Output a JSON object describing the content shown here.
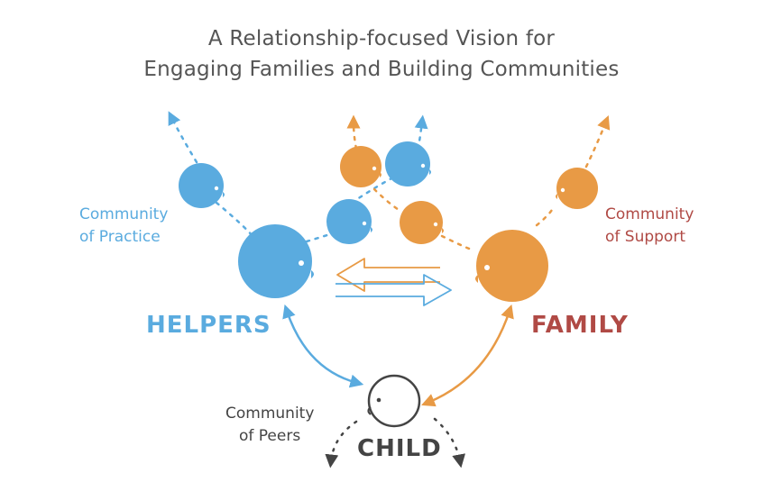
{
  "title": {
    "line1": "A Relationship-focused Vision for",
    "line2": "Engaging Families and Building Communities"
  },
  "labels": {
    "community_practice_1": "Community",
    "community_practice_2": "of Practice",
    "community_support_1": "Community",
    "community_support_2": "of Support",
    "community_peers_1": "Community",
    "community_peers_2": "of Peers",
    "helpers": "HELPERS",
    "family": "FAMILY",
    "child": "CHILD"
  },
  "colors": {
    "blue": "#5aabdf",
    "orange": "#e89a45",
    "red_label": "#b04a45",
    "dark": "#444444",
    "title": "#555555"
  },
  "icons": [
    "helper-head-icon",
    "family-head-icon",
    "child-head-icon",
    "exchange-arrows-icon"
  ]
}
